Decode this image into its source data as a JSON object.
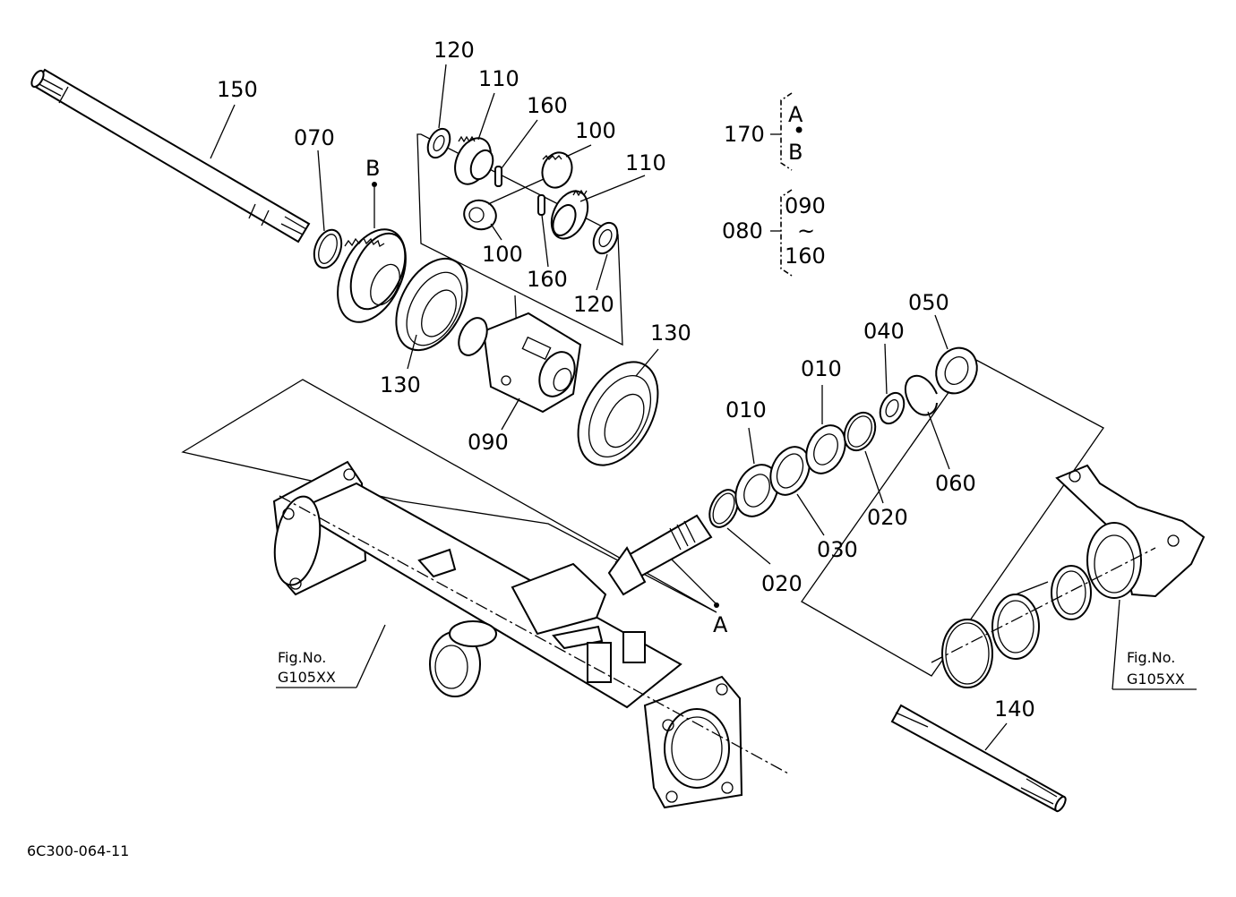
{
  "callouts": {
    "p150": "150",
    "p070": "070",
    "pB": "B",
    "p120a": "120",
    "p110a": "110",
    "p160a": "160",
    "p100a": "100",
    "p110b": "110",
    "p100b": "100",
    "p160b": "160",
    "p120b": "120",
    "p130a": "130",
    "p130b": "130",
    "p090": "090",
    "p050": "050",
    "p040": "040",
    "p010a": "010",
    "p010b": "010",
    "p060": "060",
    "p020a": "020",
    "p030": "030",
    "p020b": "020",
    "pA": "A",
    "p140": "140"
  },
  "legend": {
    "set170": {
      "number": "170",
      "from": "A",
      "dot": "•",
      "to": "B"
    },
    "set080": {
      "number": "080",
      "from": "090",
      "tilde": "~",
      "to": "160"
    }
  },
  "figrefs": {
    "left": {
      "prefix": "Fig.No.",
      "code": "G105XX"
    },
    "right": {
      "prefix": "Fig.No.",
      "code": "G105XX"
    }
  },
  "footer": {
    "drawing_id": "6C300-064-11"
  }
}
